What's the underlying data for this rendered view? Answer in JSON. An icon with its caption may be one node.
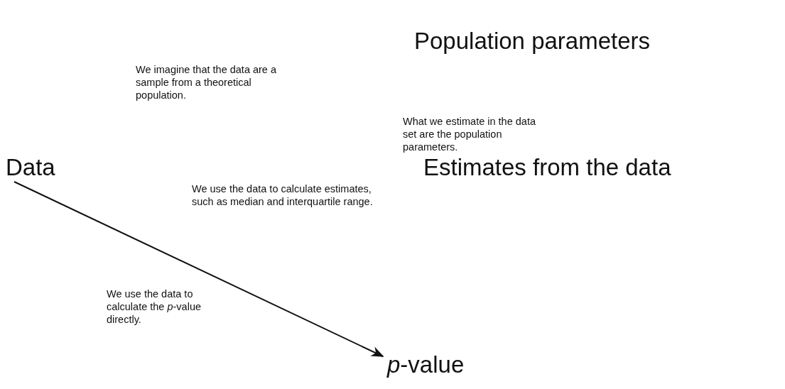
{
  "diagram": {
    "nodes": [
      {
        "text": [
          "Data"
        ]
      },
      {
        "text": [
          "*p*-value"
        ]
      }
    ],
    "edges": [
      {
        "from": 0,
        "to": 1,
        "arrow": "to"
      }
    ],
    "labels": [
      "Population parameters",
      "We imagine that the data are a sample from a theoretical population.",
      "What we estimate in the data set are the population parameters.",
      "Estimates from the data",
      "We use the data to calculate estimates, such as median and interquartile range.",
      "We use the data to calculate the *p*-value directly."
    ]
  }
}
